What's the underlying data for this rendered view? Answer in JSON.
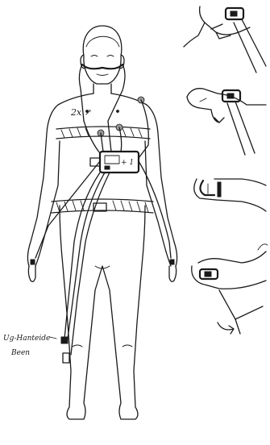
{
  "figure": {
    "annotation_chest": "2x ↗",
    "device_label": "+ 1",
    "annotation_leg_line1": "Ug-Hanteide",
    "annotation_leg_line2": "Been"
  },
  "colors": {
    "ink": "#1a1a1a",
    "paper": "#ffffff",
    "shade": "#9a9a9a"
  }
}
